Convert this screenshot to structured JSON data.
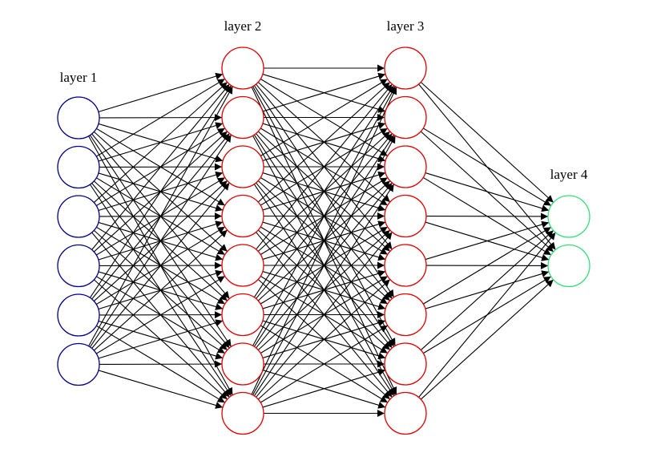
{
  "layers": [
    {
      "label": "layer 1",
      "neurons": 6,
      "color": "#00008b"
    },
    {
      "label": "layer 2",
      "neurons": 8,
      "color": "#e00000"
    },
    {
      "label": "layer 3",
      "neurons": 8,
      "color": "#e00000"
    },
    {
      "label": "layer 4",
      "neurons": 2,
      "color": "#33e07a"
    }
  ],
  "connectivity": "fully-connected",
  "edge_color": "#000000"
}
